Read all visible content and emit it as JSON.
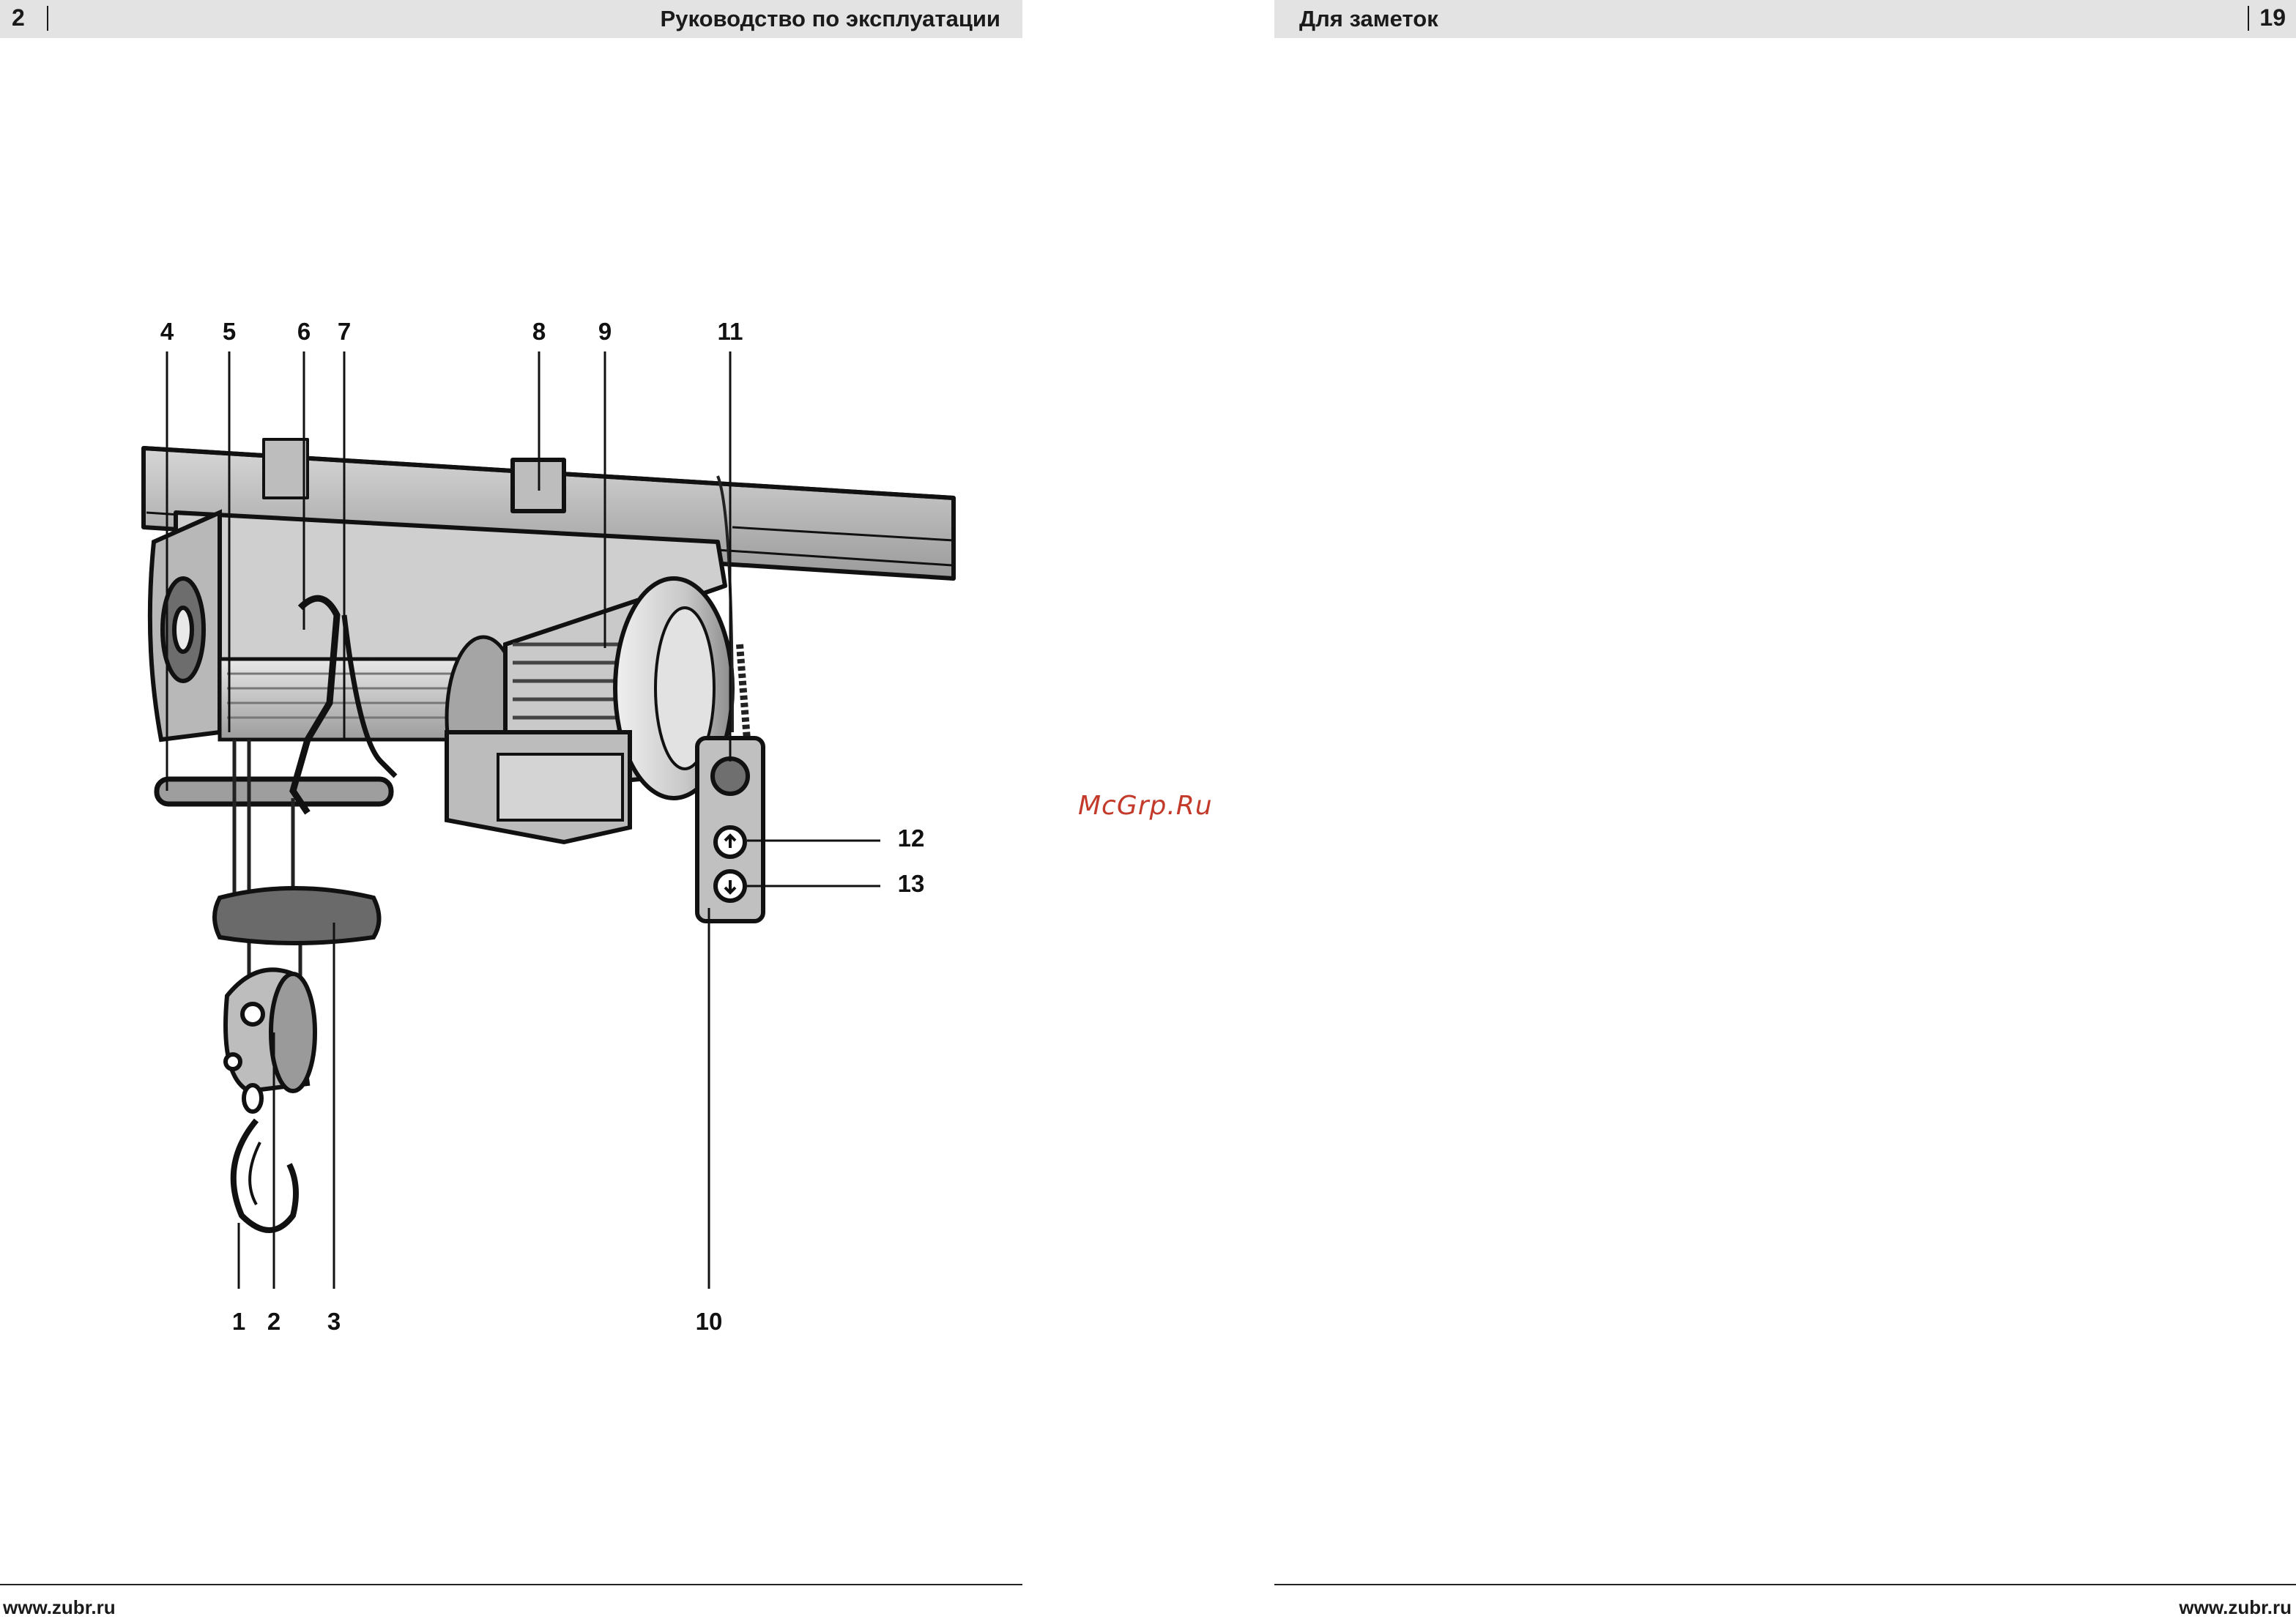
{
  "left_page": {
    "page_number": "2",
    "title": "Руководство по эксплуатации",
    "footer_url": "www.zubr.ru"
  },
  "right_page": {
    "page_number": "19",
    "title": "Для заметок",
    "footer_url": "www.zubr.ru"
  },
  "watermark": "McGrp.Ru",
  "figure": {
    "callouts_top": [
      "4",
      "5",
      "6",
      "7",
      "8",
      "9",
      "11"
    ],
    "callouts_bottom": [
      "1",
      "2",
      "3",
      "10"
    ],
    "callouts_side": [
      "12",
      "13"
    ]
  }
}
